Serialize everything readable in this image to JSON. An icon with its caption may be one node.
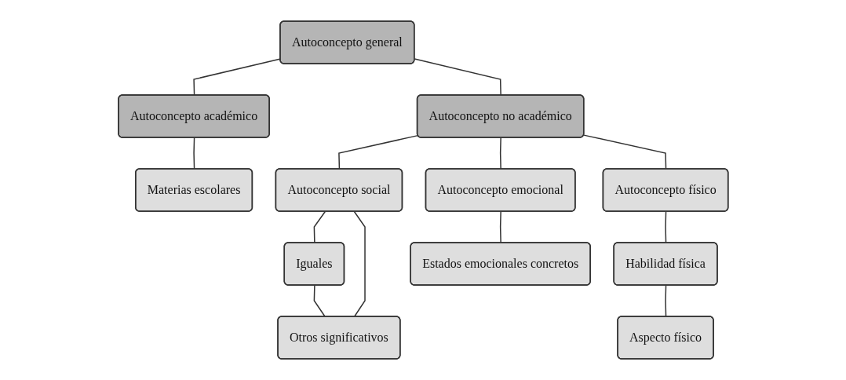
{
  "diagram": {
    "nodes": [
      {
        "text": [
          "Autoconcepto general"
        ]
      },
      {
        "text": [
          "Autoconcepto académico"
        ]
      },
      {
        "text": [
          "Autoconcepto no académico"
        ]
      },
      {
        "text": [
          "Materias escolares"
        ]
      },
      {
        "text": [
          "Autoconcepto social"
        ]
      },
      {
        "text": [
          "Autoconcepto emocional"
        ]
      },
      {
        "text": [
          "Autoconcepto físico"
        ]
      },
      {
        "text": [
          "Iguales"
        ]
      },
      {
        "text": [
          "Otros significativos"
        ]
      },
      {
        "text": [
          "Estados emocionales concretos"
        ]
      },
      {
        "text": [
          "Habilidad física"
        ]
      },
      {
        "text": [
          "Aspecto físico"
        ]
      }
    ],
    "edges": [
      {
        "from": 0,
        "to": 1,
        "arrow": "none"
      },
      {
        "from": 0,
        "to": 2,
        "arrow": "none"
      },
      {
        "from": 1,
        "to": 3,
        "arrow": "none"
      },
      {
        "from": 2,
        "to": 4,
        "arrow": "none"
      },
      {
        "from": 2,
        "to": 5,
        "arrow": "none"
      },
      {
        "from": 2,
        "to": 6,
        "arrow": "none"
      },
      {
        "from": 4,
        "to": 7,
        "arrow": "none"
      },
      {
        "from": 7,
        "to": 8,
        "arrow": "none"
      },
      {
        "from": 4,
        "to": 8,
        "arrow": "none"
      },
      {
        "from": 5,
        "to": 9,
        "arrow": "none"
      },
      {
        "from": 6,
        "to": 10,
        "arrow": "none"
      },
      {
        "from": 10,
        "to": 11,
        "arrow": "none"
      }
    ]
  }
}
